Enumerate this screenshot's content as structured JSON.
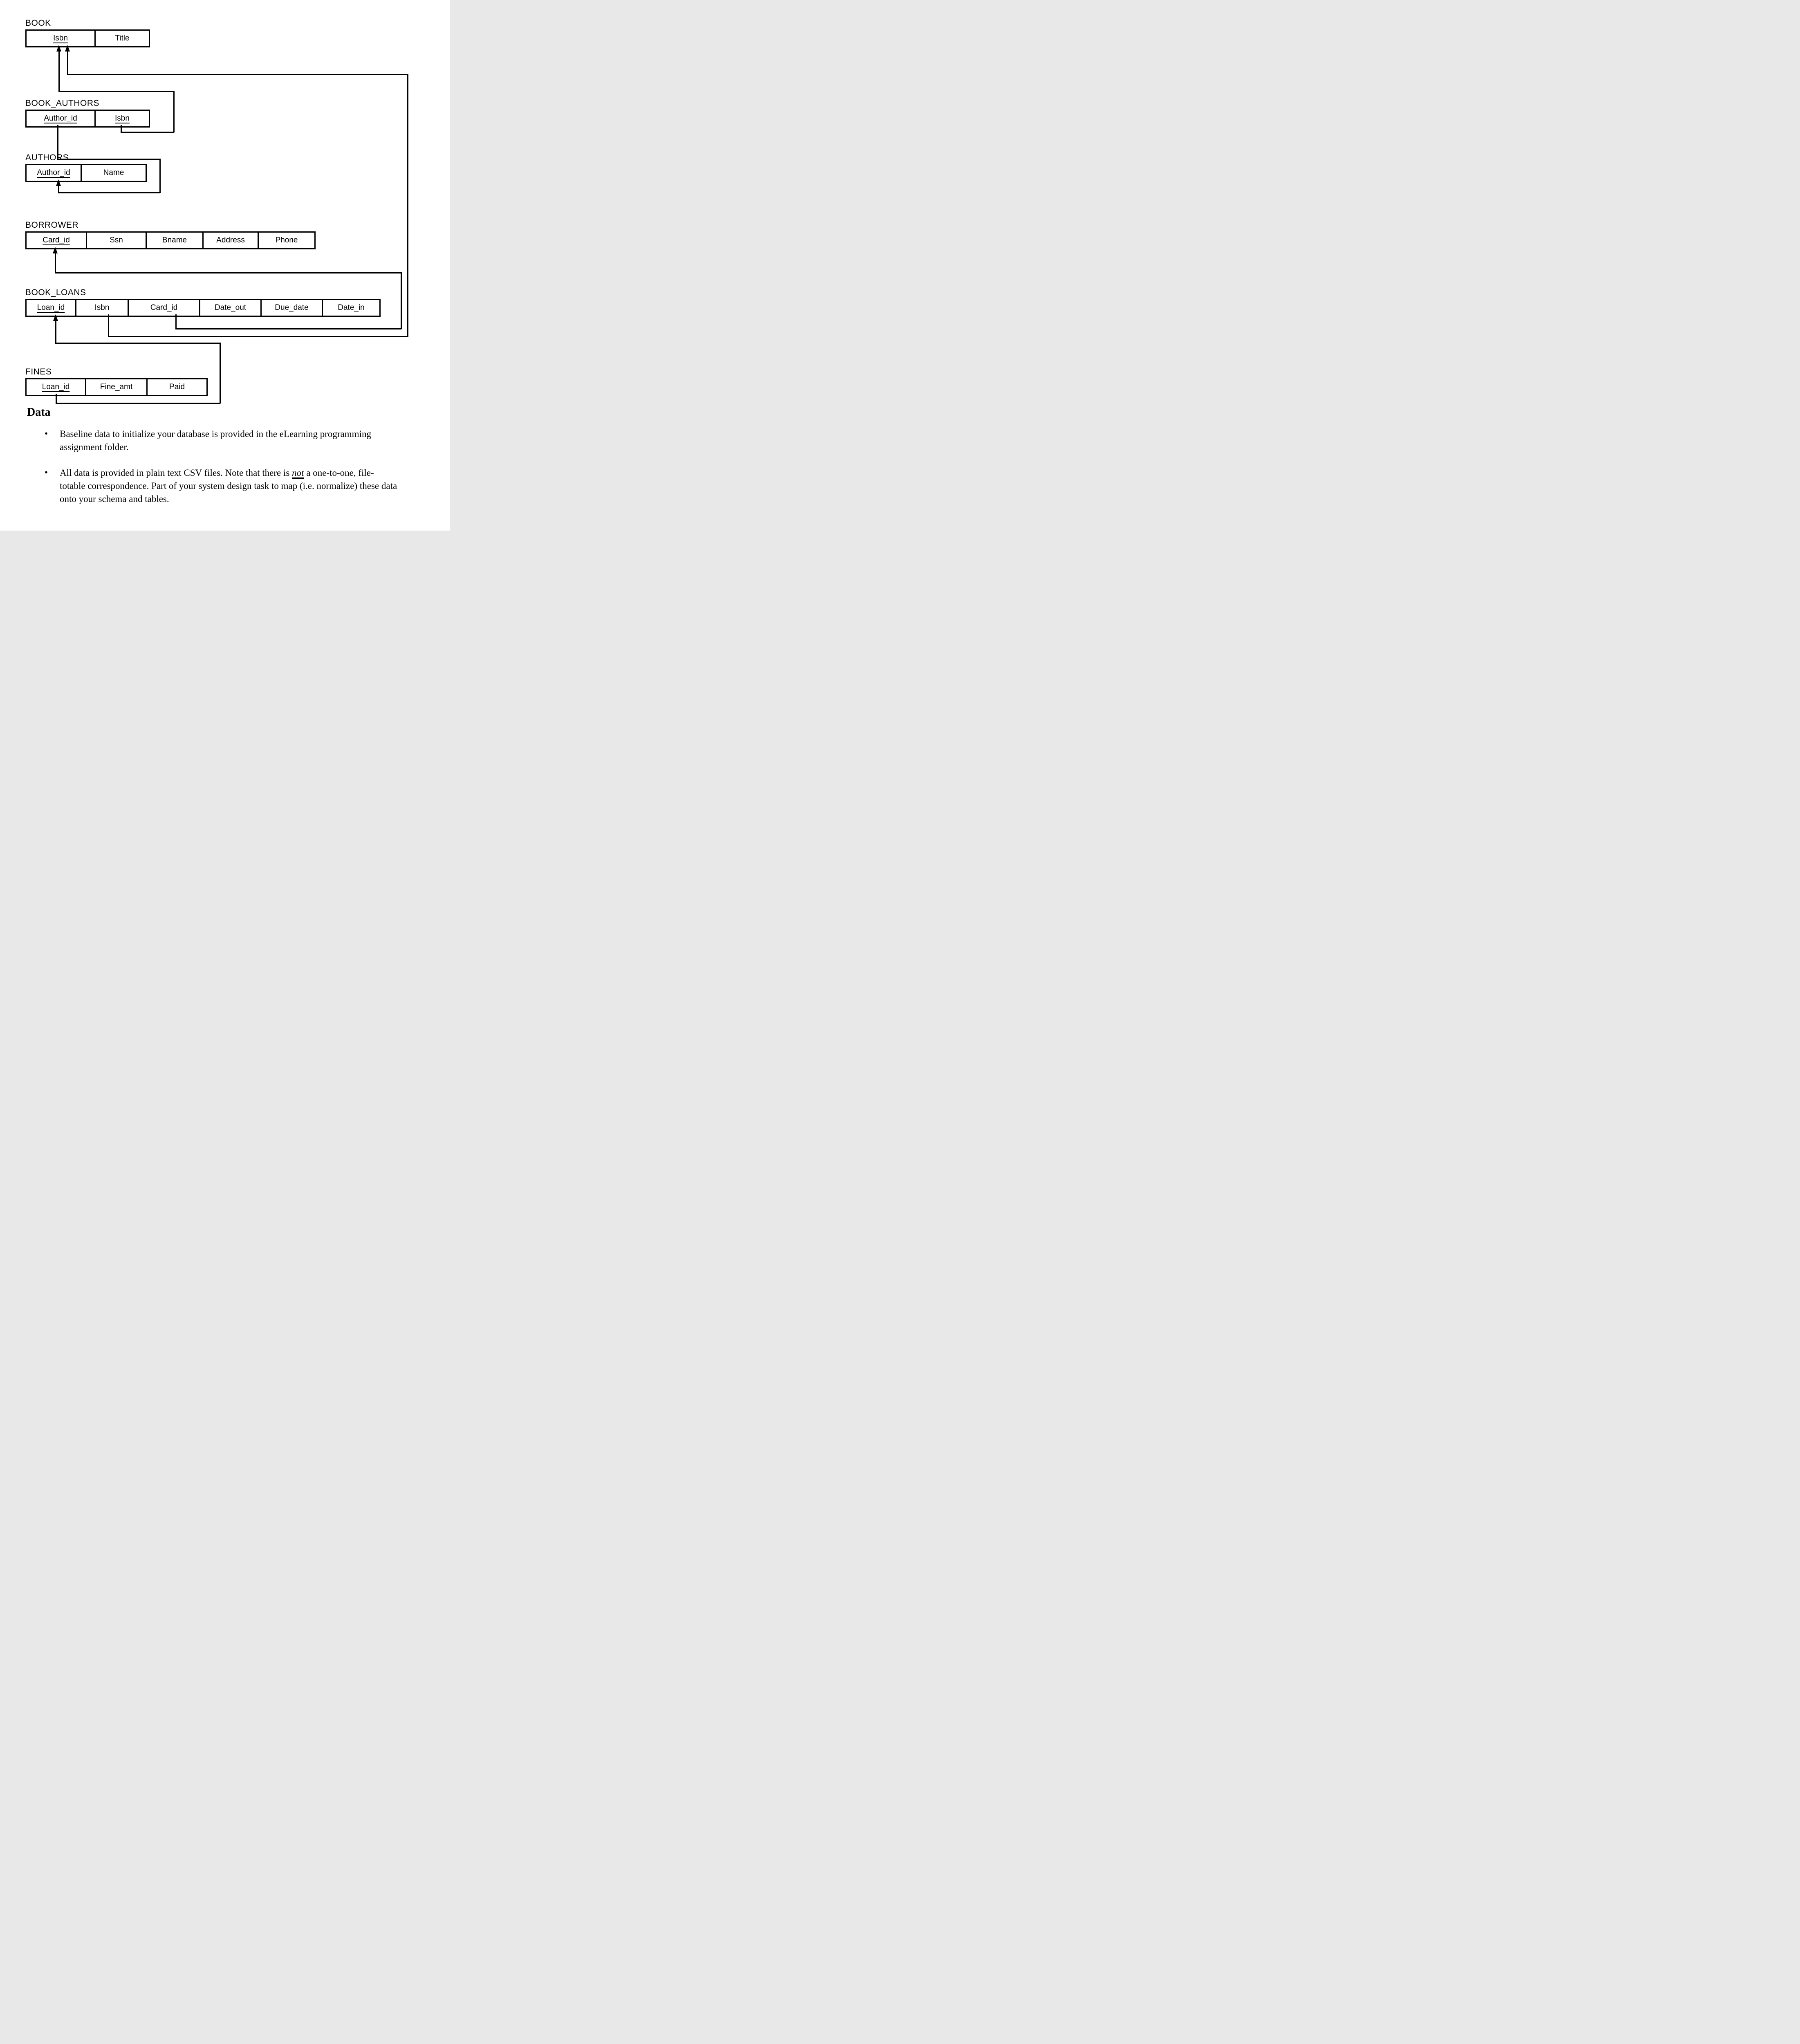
{
  "colors": {
    "ink": "#000000",
    "paper": "#ffffff"
  },
  "diagram": {
    "tables": [
      {
        "name": "BOOK",
        "label": "BOOK",
        "columns": [
          {
            "text": "Isbn",
            "pk": true
          },
          {
            "text": "Title",
            "pk": false
          }
        ]
      },
      {
        "name": "BOOK_AUTHORS",
        "label": "BOOK_AUTHORS",
        "columns": [
          {
            "text": "Author_id",
            "pk": true
          },
          {
            "text": "Isbn",
            "pk": true
          }
        ]
      },
      {
        "name": "AUTHORS",
        "label": "AUTHORS",
        "columns": [
          {
            "text": "Author_id",
            "pk": true
          },
          {
            "text": "Name",
            "pk": false
          }
        ]
      },
      {
        "name": "BORROWER",
        "label": "BORROWER",
        "columns": [
          {
            "text": "Card_id",
            "pk": true
          },
          {
            "text": "Ssn",
            "pk": false
          },
          {
            "text": "Bname",
            "pk": false
          },
          {
            "text": "Address",
            "pk": false
          },
          {
            "text": "Phone",
            "pk": false
          }
        ]
      },
      {
        "name": "BOOK_LOANS",
        "label": "BOOK_LOANS",
        "columns": [
          {
            "text": "Loan_id",
            "pk": true
          },
          {
            "text": "Isbn",
            "pk": false
          },
          {
            "text": "Card_id",
            "pk": false
          },
          {
            "text": "Date_out",
            "pk": false
          },
          {
            "text": "Due_date",
            "pk": false
          },
          {
            "text": "Date_in",
            "pk": false
          }
        ]
      },
      {
        "name": "FINES",
        "label": "FINES",
        "columns": [
          {
            "text": "Loan_id",
            "pk": true
          },
          {
            "text": "Fine_amt",
            "pk": false
          },
          {
            "text": "Paid",
            "pk": false
          }
        ]
      }
    ],
    "relationships": [
      "BOOK_AUTHORS.Isbn -> BOOK.Isbn",
      "BOOK_LOANS.Isbn -> BOOK.Isbn",
      "BOOK_AUTHORS.Author_id -> AUTHORS.Author_id",
      "BOOK_LOANS.Card_id -> BORROWER.Card_id",
      "FINES.Loan_id -> BOOK_LOANS.Loan_id"
    ]
  },
  "text_section": {
    "heading": "Data",
    "bullet_glyph": "•",
    "bullet1": {
      "line1": "Baseline data to initialize your database is provided in the eLearning programming",
      "line2": "assignment folder."
    },
    "bullet2": {
      "line1_pre": "All data is provided in plain text CSV files. Note that there is ",
      "line1_emphasis": "not",
      "line1_post": " a one-to-one, file-",
      "line2": "totable correspondence. Part of your system design task to map (i.e. normalize) these data",
      "line3": "onto your schema and tables."
    }
  }
}
